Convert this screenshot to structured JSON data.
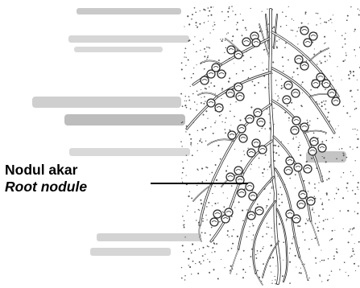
{
  "label": {
    "malay": "Nodul akar",
    "english": "Root nodule"
  },
  "colors": {
    "ink": "#2b2b2b",
    "faded_text": "#bdbdbd",
    "page": "#ffffff"
  },
  "figure": {
    "subject": "plant roots with nodules",
    "icon": "root-system-drawing"
  }
}
